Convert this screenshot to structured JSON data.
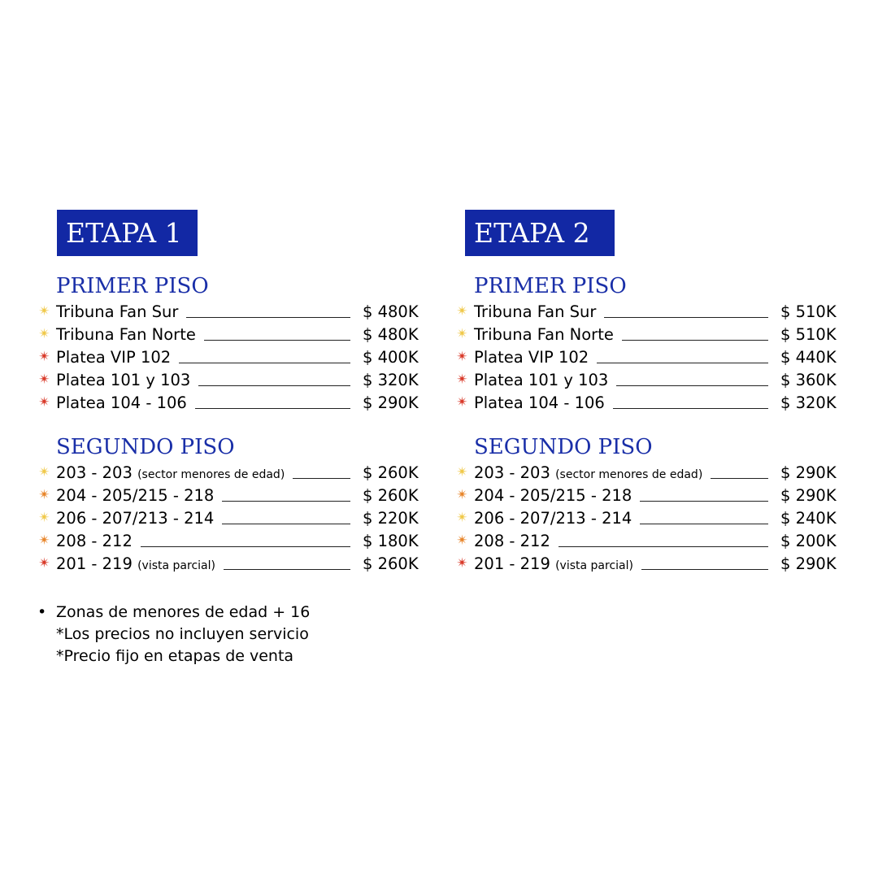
{
  "colors": {
    "heading_bg": "#1228a4",
    "heading_text": "#1a2fa8",
    "star_yellow": "#f0c94a",
    "star_orange": "#e8852a",
    "star_red": "#d93a2a"
  },
  "stages": [
    {
      "title": "ETAPA 1",
      "floors": [
        {
          "title": "PRIMER PISO",
          "rows": [
            {
              "star": "yellow",
              "label": "Tribuna Fan Sur",
              "note": "",
              "price": "$ 480K"
            },
            {
              "star": "yellow",
              "label": "Tribuna Fan Norte",
              "note": "",
              "price": "$ 480K"
            },
            {
              "star": "red",
              "label": "Platea VIP 102",
              "note": "",
              "price": "$ 400K"
            },
            {
              "star": "red",
              "label": "Platea 101 y 103",
              "note": "",
              "price": "$ 320K"
            },
            {
              "star": "red",
              "label": "Platea 104 - 106",
              "note": "",
              "price": "$ 290K"
            }
          ]
        },
        {
          "title": "SEGUNDO PISO",
          "rows": [
            {
              "star": "yellow",
              "label": "203 - 203",
              "note": "(sector menores de edad)",
              "price": "$ 260K"
            },
            {
              "star": "orange",
              "label": "204 - 205/215 - 218",
              "note": "",
              "price": "$ 260K"
            },
            {
              "star": "yellow",
              "label": "206 - 207/213 - 214",
              "note": "",
              "price": "$ 220K"
            },
            {
              "star": "orange",
              "label": "208 - 212",
              "note": "",
              "price": "$ 180K"
            },
            {
              "star": "red",
              "label": "201 - 219",
              "note": "(vista parcial)",
              "price": "$ 260K"
            }
          ]
        }
      ]
    },
    {
      "title": "ETAPA 2",
      "floors": [
        {
          "title": "PRIMER PISO",
          "rows": [
            {
              "star": "yellow",
              "label": "Tribuna Fan Sur",
              "note": "",
              "price": "$ 510K"
            },
            {
              "star": "yellow",
              "label": "Tribuna Fan Norte",
              "note": "",
              "price": "$ 510K"
            },
            {
              "star": "red",
              "label": "Platea VIP 102",
              "note": "",
              "price": "$ 440K"
            },
            {
              "star": "red",
              "label": "Platea 101 y 103",
              "note": "",
              "price": "$ 360K"
            },
            {
              "star": "red",
              "label": "Platea 104 - 106",
              "note": "",
              "price": "$ 320K"
            }
          ]
        },
        {
          "title": "SEGUNDO PISO",
          "rows": [
            {
              "star": "yellow",
              "label": "203 - 203",
              "note": "(sector menores de edad)",
              "price": "$ 290K"
            },
            {
              "star": "orange",
              "label": "204 - 205/215 - 218",
              "note": "",
              "price": "$ 290K"
            },
            {
              "star": "yellow",
              "label": "206 - 207/213 - 214",
              "note": "",
              "price": "$ 240K"
            },
            {
              "star": "orange",
              "label": "208 - 212",
              "note": "",
              "price": "$ 200K"
            },
            {
              "star": "red",
              "label": "201 - 219",
              "note": "(vista parcial)",
              "price": "$ 290K"
            }
          ]
        }
      ]
    }
  ],
  "notes": [
    "Zonas de menores de edad + 16",
    "*Los precios no incluyen servicio",
    "*Precio fijo en etapas de venta"
  ]
}
